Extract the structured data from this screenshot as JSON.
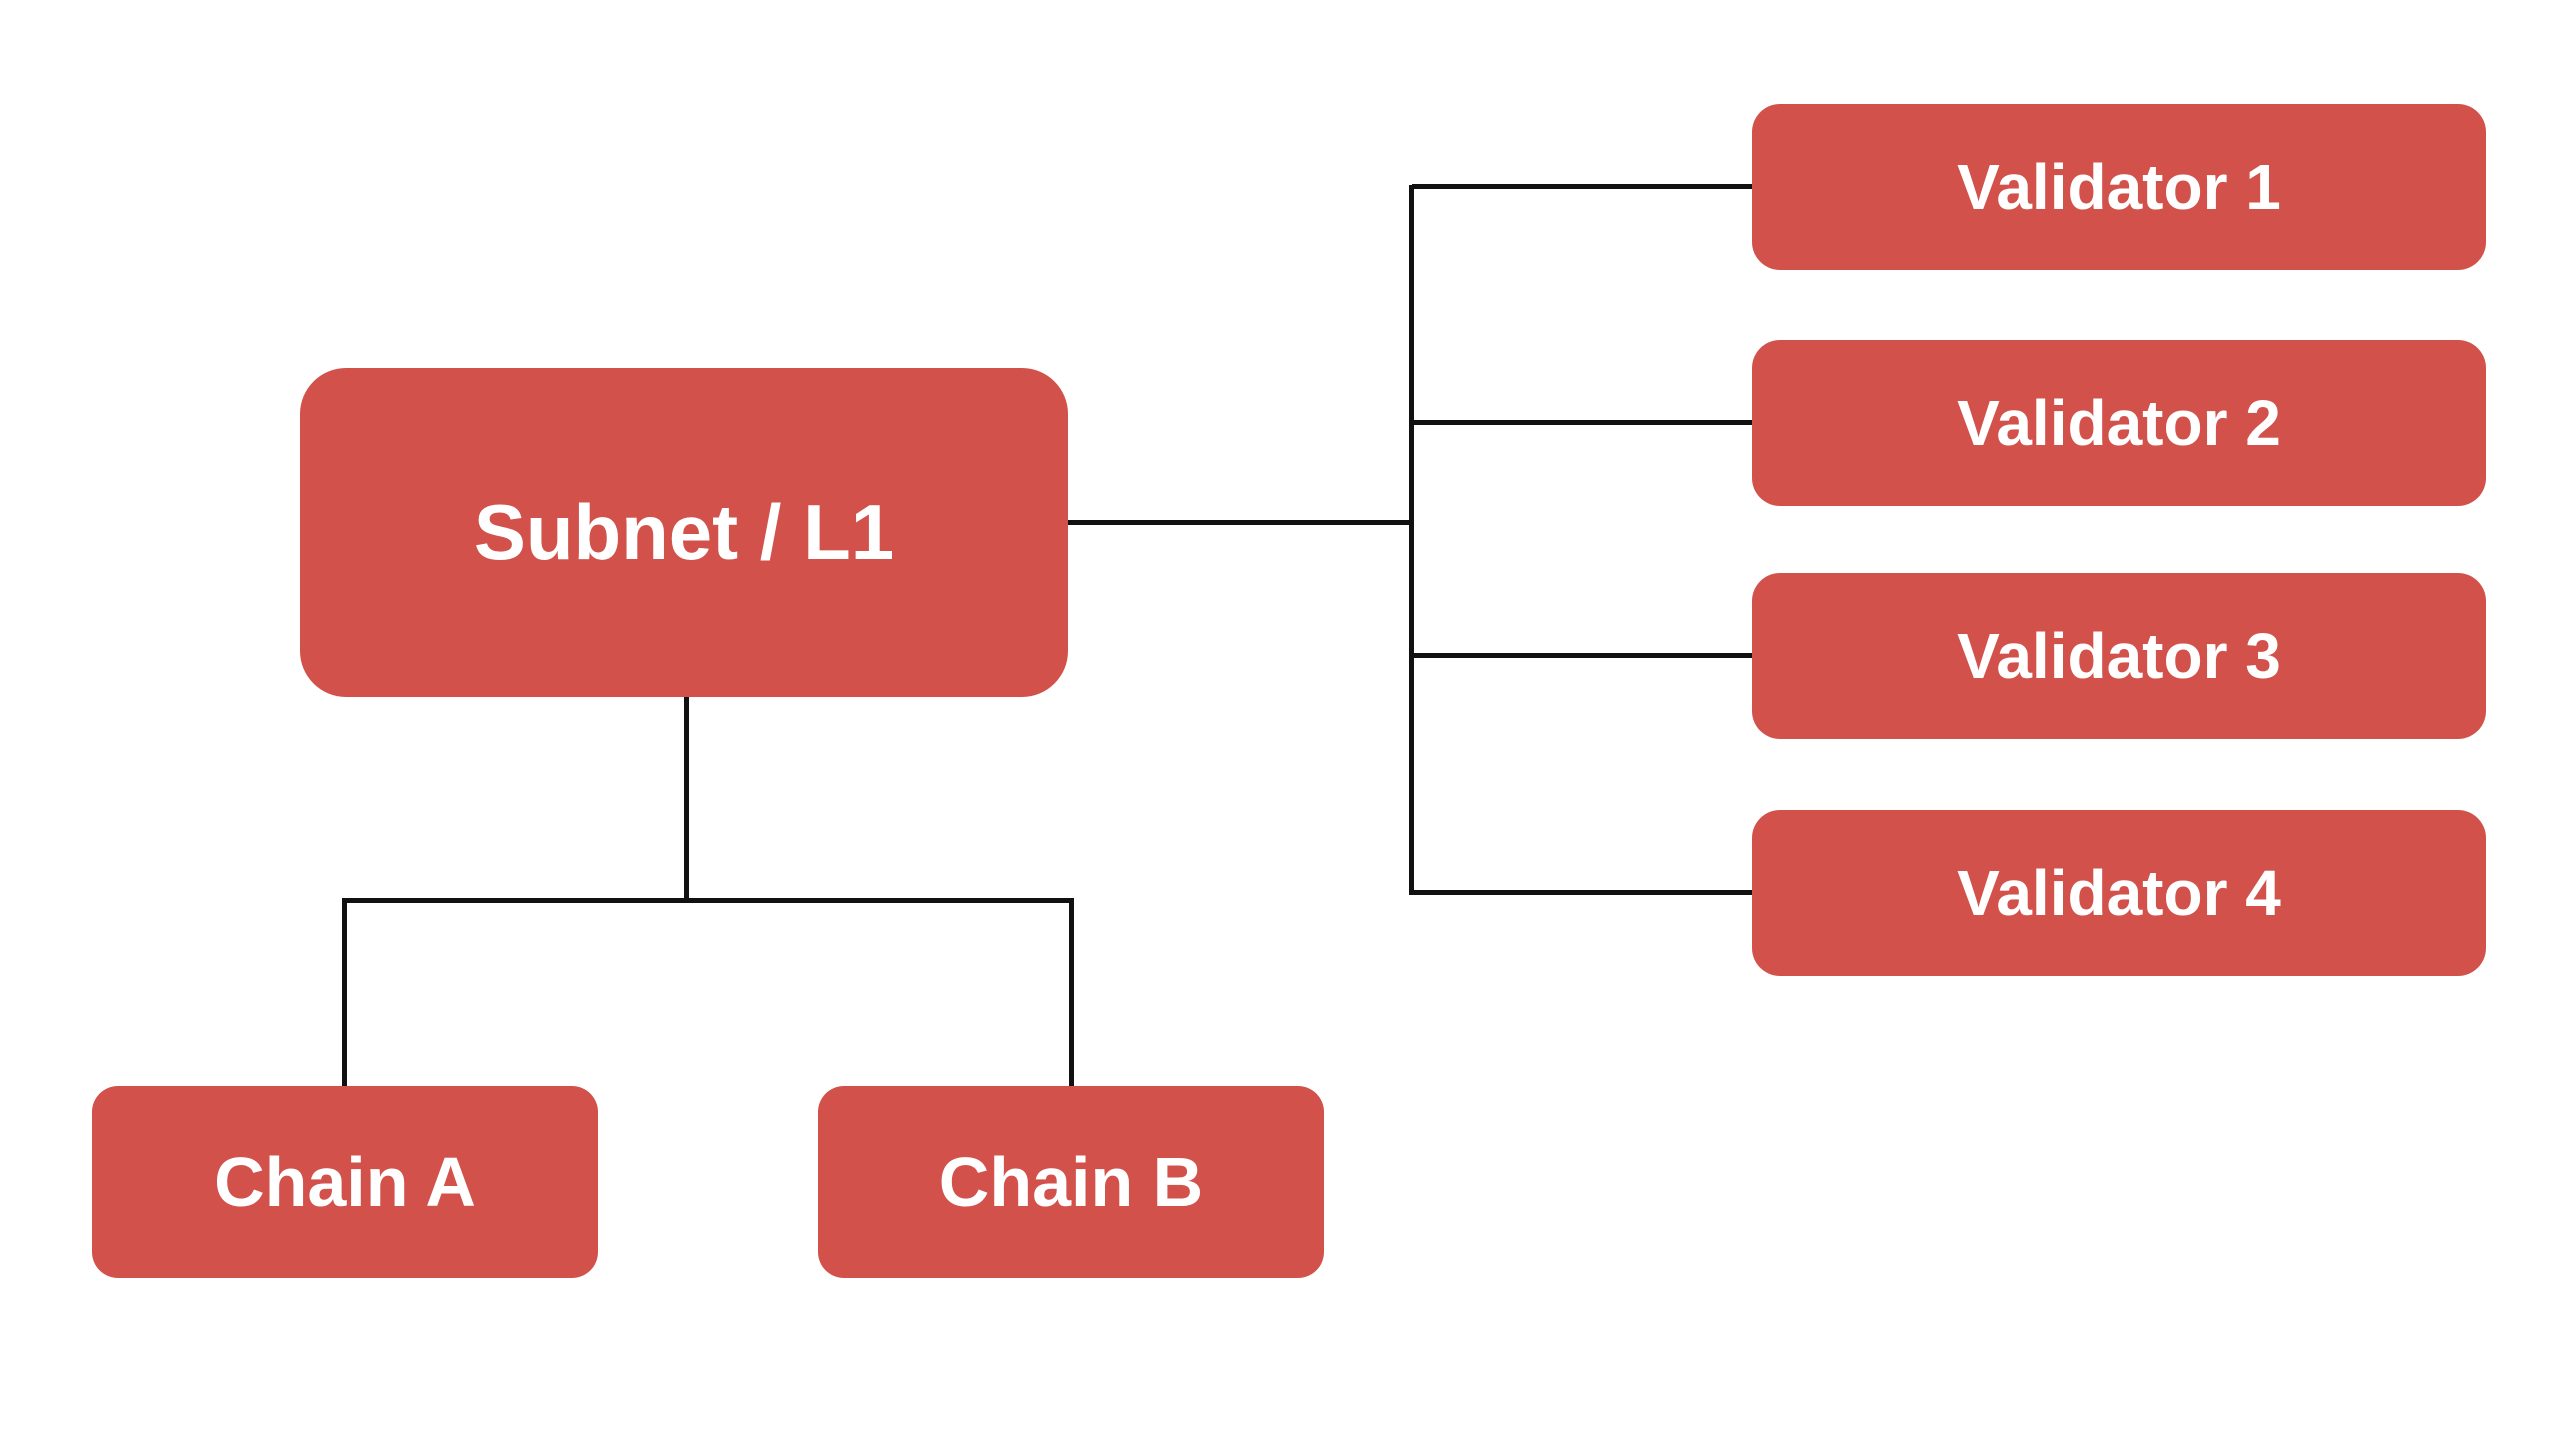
{
  "diagram": {
    "root": {
      "label": "Subnet / L1"
    },
    "validators": [
      {
        "label": "Validator 1"
      },
      {
        "label": "Validator 2"
      },
      {
        "label": "Validator 3"
      },
      {
        "label": "Validator 4"
      }
    ],
    "chains": [
      {
        "label": "Chain A"
      },
      {
        "label": "Chain B"
      }
    ],
    "colors": {
      "node_fill": "#D2524B",
      "node_text": "#FFFFFF",
      "connector": "#111111",
      "background": "#FFFFFF"
    }
  }
}
